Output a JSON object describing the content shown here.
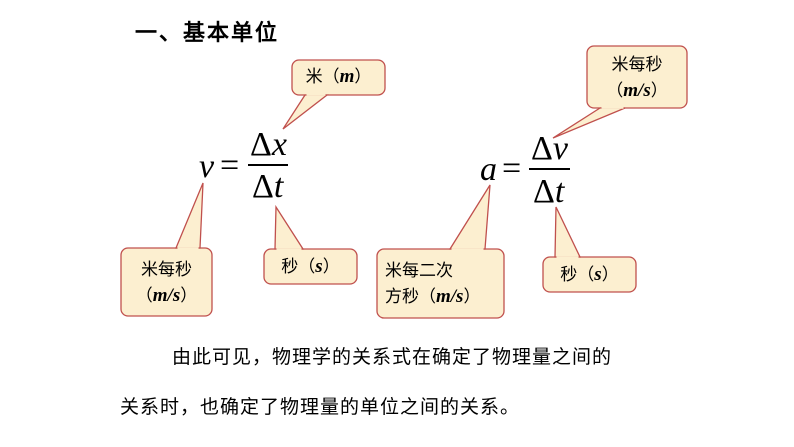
{
  "title": "一、基本单位",
  "formula_v": {
    "lhs": "v",
    "eq": "=",
    "num": "Δx",
    "den": "Δt"
  },
  "formula_a": {
    "lhs": "a",
    "eq": "=",
    "num": "Δv",
    "den": "Δt"
  },
  "callouts": {
    "x_unit": {
      "cn": "米（",
      "sym": "m",
      "end": "）"
    },
    "v_unit": {
      "cn": "米每秒",
      "open": "（",
      "sym": "m/s",
      "end": "）"
    },
    "t_unit_1": {
      "cn": "秒（",
      "sym": "s",
      "end": "）"
    },
    "dv_unit": {
      "cn": "米每秒",
      "open": "（",
      "sym": "m/s",
      "end": "）"
    },
    "a_unit": {
      "cn1": "米每二次",
      "cn2": "方秒（",
      "sym": "m/s",
      "end": "）"
    },
    "t_unit_2": {
      "cn": "秒（",
      "sym": "s",
      "end": "）"
    }
  },
  "colors": {
    "callout_fill": "#fcefd0",
    "callout_border": "#c0504d"
  },
  "paragraph": {
    "line1": "由此可见，物理学的关系式在确定了物理量之间的",
    "line2": "关系时，也确定了物理量的单位之间的关系。"
  }
}
